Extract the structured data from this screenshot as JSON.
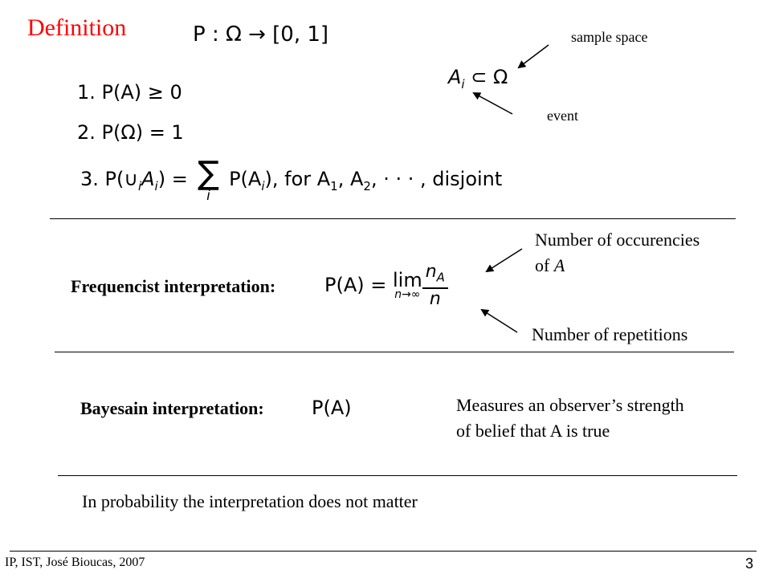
{
  "title": "Definition",
  "def_formula": "P : Ω → [0, 1]",
  "subset_formula": {
    "lhs": "A",
    "sub": "i",
    "rhs": " ⊂ Ω"
  },
  "sample_space_label": "sample space",
  "event_label": "event",
  "axioms": {
    "a1": "1.  P(A) ≥ 0",
    "a2": "2.  P(Ω) = 1",
    "a3_prefix": "3.  P(∪",
    "a3_sub": "i",
    "a3_mid": "A",
    "a3_mid_sub": "i",
    "a3_eq": ") = ",
    "a3_sum": "∑",
    "a3_sum_idx": "i",
    "a3_after": " P(A",
    "a3_after_sub": "i",
    "a3_tail1": "),   for A",
    "a3_tail1_sub": "1",
    "a3_tail2": ", A",
    "a3_tail2_sub": "2",
    "a3_tail3": ", · · · ,   disjoint"
  },
  "frequentist": {
    "label": "Frequencist interpretation:",
    "lhs": "P(A) = ",
    "lim": "lim",
    "lim_under": "n→∞",
    "num": "n",
    "num_sub": "A",
    "den": "n",
    "num_note_1": "Number of occurencies",
    "num_note_2_prefix": "of ",
    "num_note_2_var": "A",
    "den_note": "Number of repetitions"
  },
  "bayesian": {
    "label": "Bayesain interpretation:",
    "formula": "P(A)",
    "note_line1": "Measures an observer’s strength",
    "note_line2": "of belief that A is true"
  },
  "conclusion": "In probability the  interpretation does not matter",
  "footer": {
    "credit": "IP, IST, José Bioucas, 2007",
    "page_number": "3"
  }
}
